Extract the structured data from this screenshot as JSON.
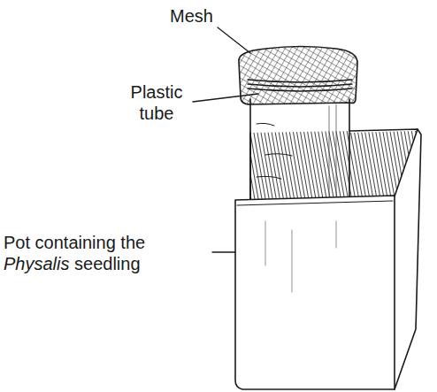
{
  "diagram": {
    "labels": [
      "Mesh",
      "Plastic tube",
      "Pot containing the Physalis seedling"
    ]
  }
}
